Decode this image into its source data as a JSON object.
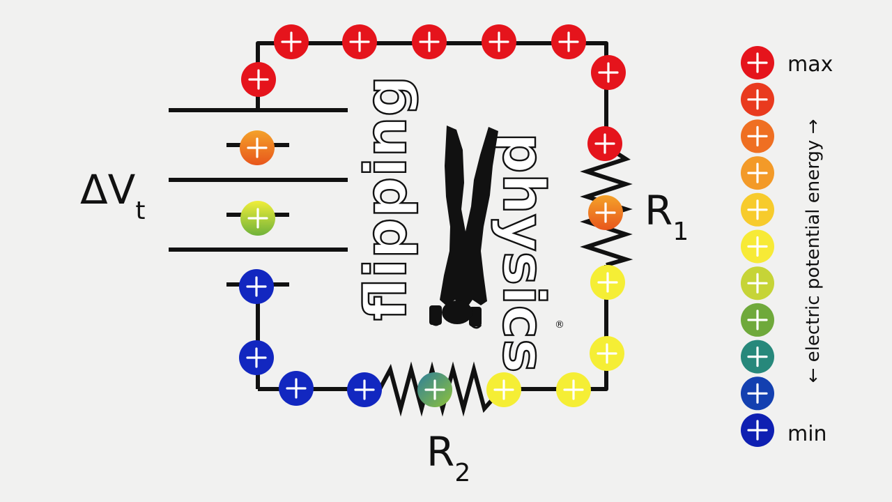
{
  "labels": {
    "battery_main": "ΔV",
    "battery_sub": "t",
    "r1_main": "R",
    "r1_sub": "1",
    "r2_main": "R",
    "r2_sub": "2"
  },
  "logo": {
    "word1": "flipping",
    "word2": "physics",
    "mark": "®"
  },
  "legend": {
    "max_label": "max",
    "min_label": "min",
    "axis_label": "← electric potential energy →",
    "levels": [
      "#e5141c",
      "#e93a1e",
      "#ef6f22",
      "#f39a28",
      "#f7cb2c",
      "#f7ea36",
      "#c6d437",
      "#6fa93b",
      "#27887b",
      "#1340b0",
      "#0f20b2"
    ]
  },
  "colors": {
    "wire": "#111111",
    "red": "#e5141c",
    "orange": "#ef6f22",
    "yellowgreen": "#cddc39",
    "yellow": "#f5ee35",
    "green": "#3f9d4a",
    "blue": "#1227c0"
  }
}
